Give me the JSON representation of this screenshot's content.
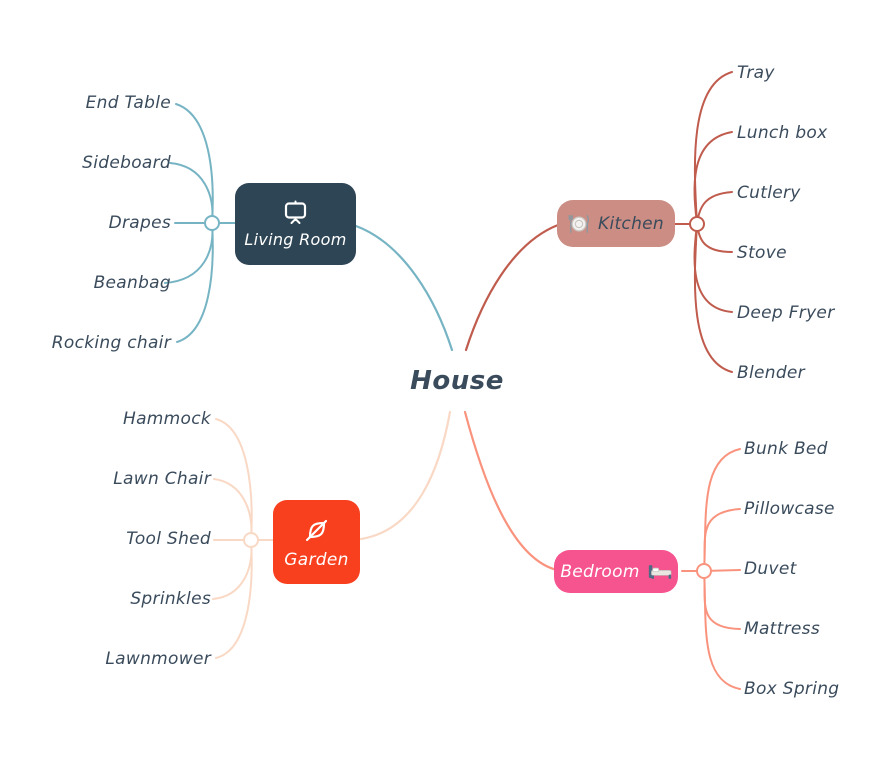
{
  "title": "House",
  "branches": [
    {
      "id": "living-room",
      "label": "Living Room",
      "icon": "screen-icon",
      "box_color": "#2e4555",
      "line_color": "#76b4c4",
      "label_color": "#ffffff",
      "children": [
        "End Table",
        "Sideboard",
        "Drapes",
        "Beanbag",
        "Rocking chair"
      ]
    },
    {
      "id": "kitchen",
      "label": "Kitchen",
      "icon": "plate-cutlery-icon",
      "box_color": "#cb8d84",
      "line_color": "#c05c4e",
      "label_color": "#3a4b5c",
      "children": [
        "Tray",
        "Lunch box",
        "Cutlery",
        "Stove",
        "Deep Fryer",
        "Blender"
      ]
    },
    {
      "id": "garden",
      "label": "Garden",
      "icon": "leaf-icon",
      "box_color": "#f8401f",
      "line_color": "#f9d9c5",
      "label_color": "#ffffff",
      "children": [
        "Hammock",
        "Lawn Chair",
        "Tool Shed",
        "Sprinkles",
        "Lawnmower"
      ]
    },
    {
      "id": "bedroom",
      "label": "Bedroom",
      "icon": "bed-icon",
      "box_color": "#f6548e",
      "line_color": "#f9937e",
      "label_color": "#ffffff",
      "children": [
        "Bunk Bed",
        "Pillowcase",
        "Duvet",
        "Mattress",
        "Box Spring"
      ]
    }
  ],
  "text_color": "#3a4b5c",
  "background_color": "#ffffff"
}
